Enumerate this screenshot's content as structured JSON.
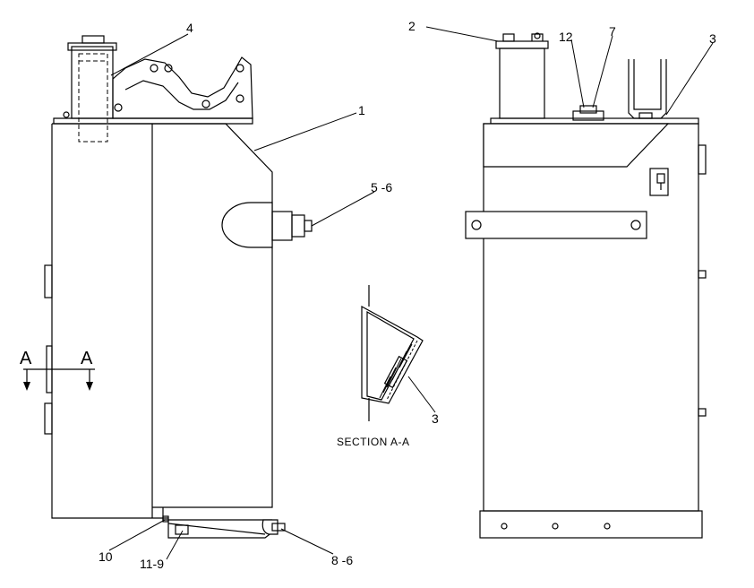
{
  "callouts": {
    "c1": "1",
    "c2": "2",
    "c3_left_view": "3",
    "c3_section": "3",
    "c4": "4",
    "c5_6": "5 -6",
    "c7": "7",
    "c8_6": "8 -6",
    "c10": "10",
    "c11_9": "11-9",
    "c12": "12"
  },
  "section_marks": {
    "left": "A",
    "right": "A"
  },
  "section_title": "SECTION A-A"
}
